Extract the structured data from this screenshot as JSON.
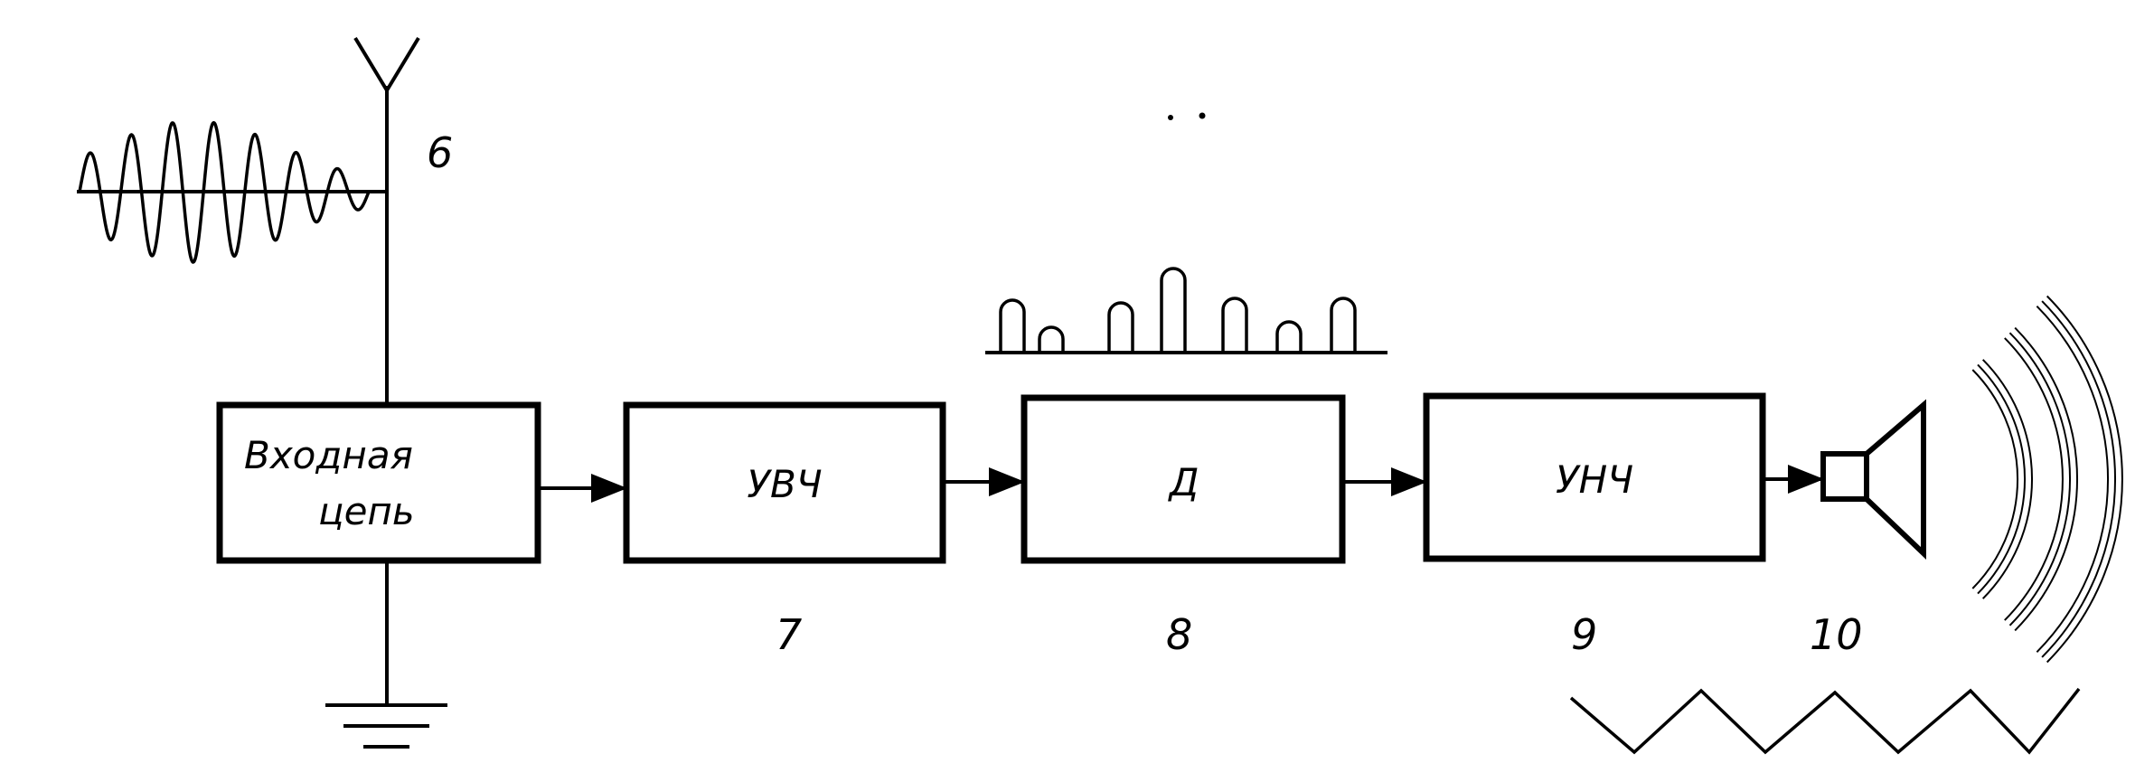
{
  "blocks": {
    "input_circuit": [
      "Входная",
      "цепь"
    ],
    "rf_amp": "УВЧ",
    "detector": "Д",
    "af_amp": "УНЧ"
  },
  "numbers": {
    "antenna": "6",
    "rf_amp": "7",
    "detector": "8",
    "af_amp": "9",
    "speaker": "10"
  },
  "colors": {
    "line": "#000000",
    "background": "#ffffff"
  }
}
